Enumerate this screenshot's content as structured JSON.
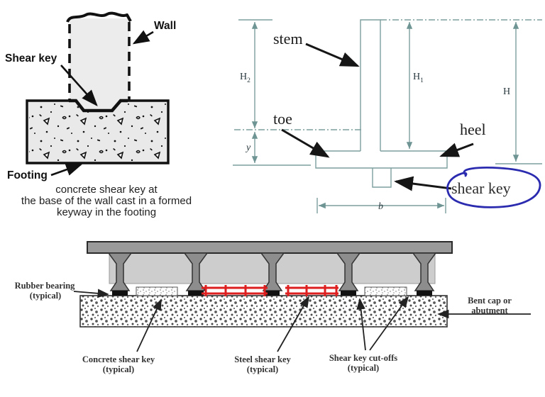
{
  "wall_footing": {
    "wall_label": "Wall",
    "shear_key_label": "Shear key",
    "footing_label": "Footing",
    "caption": [
      "concrete shear key at",
      "the base of the wall cast in a formed",
      "keyway in the footing"
    ]
  },
  "retaining_wall": {
    "stem_label": "stem",
    "toe_label": "toe",
    "heel_label": "heel",
    "shear_key_label": "shear key",
    "dims": {
      "h": "H",
      "h1_sub": "1",
      "h2_sub": "2",
      "y": "y",
      "b": "b"
    }
  },
  "bridge": {
    "rubber_bearing": [
      "Rubber bearing",
      "(typical)"
    ],
    "bent_cap": [
      "Bent cap or",
      "abutment"
    ],
    "concrete_key": [
      "Concrete shear key",
      "(typical)"
    ],
    "steel_key": [
      "Steel shear key",
      "(typical)"
    ],
    "cutoffs": [
      "Shear key cut-offs",
      "(typical)"
    ]
  },
  "colors": {
    "steel_key_red": "#dd1f1f",
    "highlight_blue": "#2b2bb0",
    "dim_line_teal": "#7d9e9e",
    "ink": "#111111"
  }
}
